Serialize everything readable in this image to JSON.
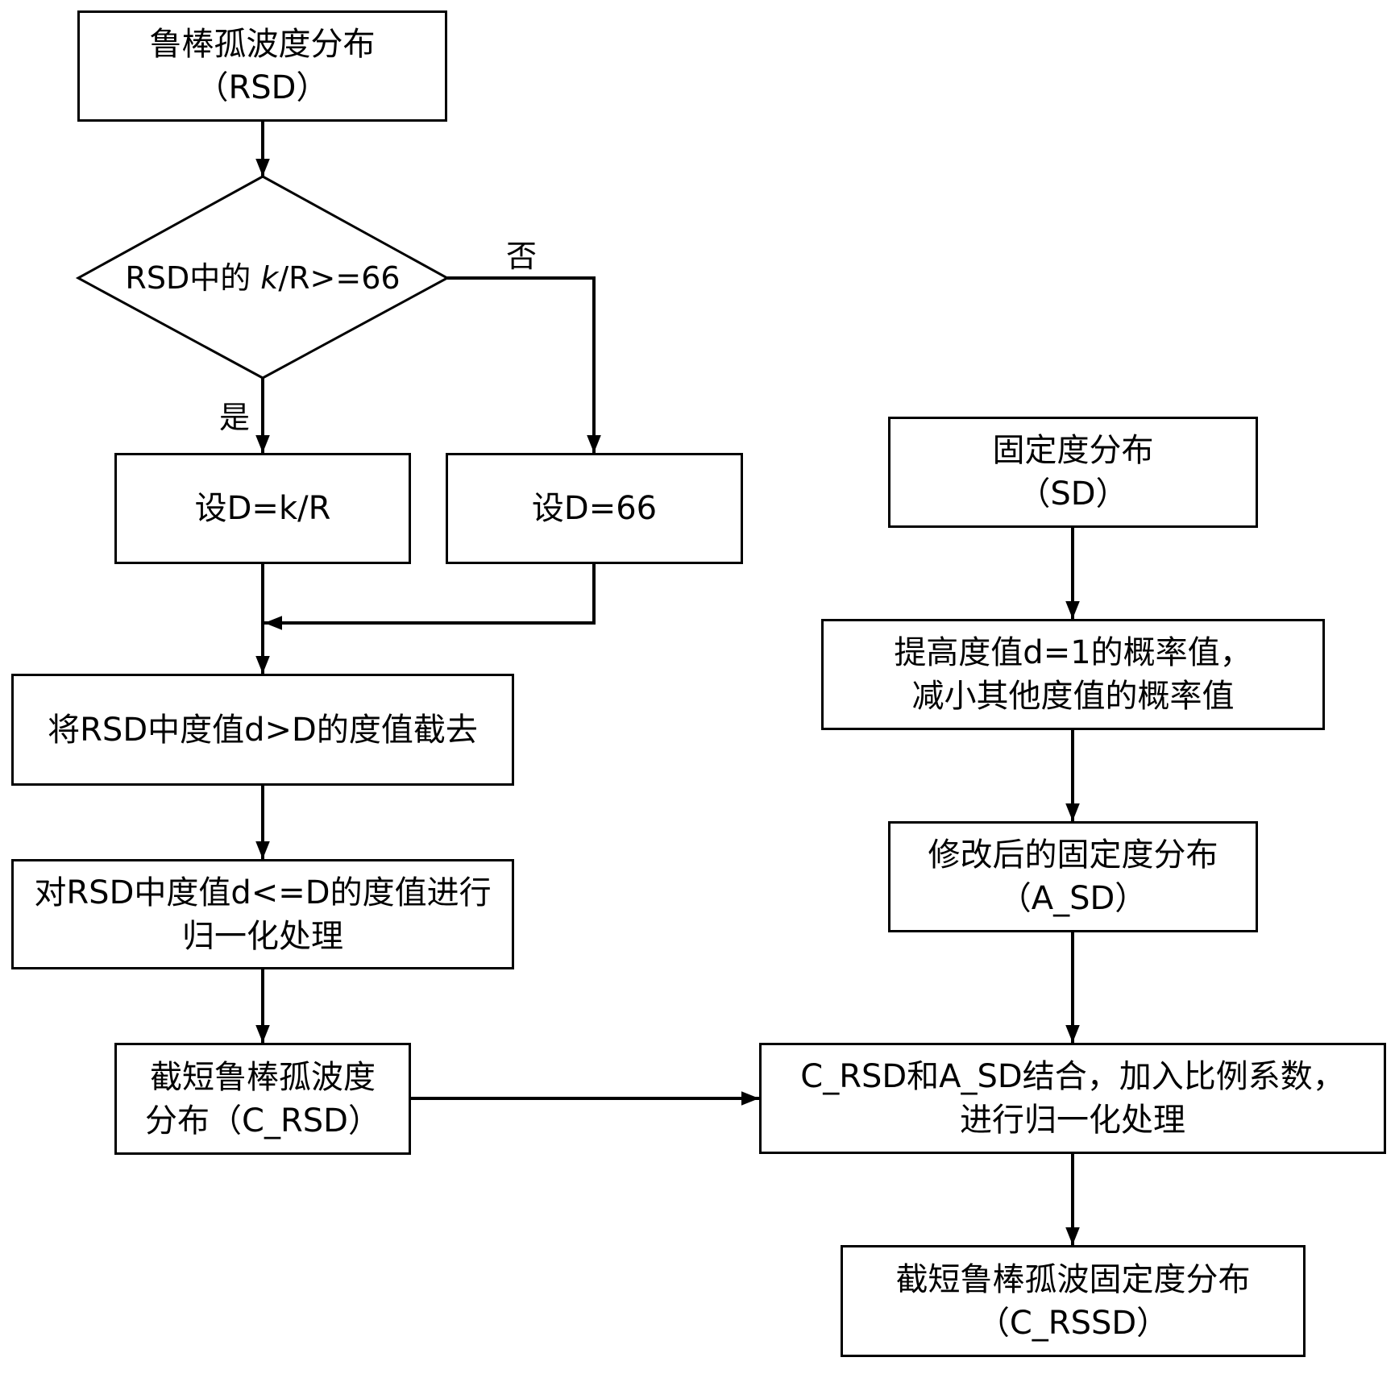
{
  "diagram": {
    "type": "flowchart",
    "nodes": {
      "rsd": {
        "line1": "鲁棒孤波度分布",
        "line2": "（RSD）"
      },
      "decision": {
        "prefix": "RSD中的 ",
        "var": "k",
        "suffix": "/R>=66"
      },
      "yes_label": "是",
      "no_label": "否",
      "set_kr": {
        "line1": "设D=k/R"
      },
      "set_66": {
        "line1": "设D=66"
      },
      "truncate": {
        "line1": "将RSD中度值d>D的度值截去"
      },
      "normalize": {
        "line1": "对RSD中度值d<=D的度值进行",
        "line2": "归一化处理"
      },
      "c_rsd": {
        "line1": "截短鲁棒孤波度",
        "line2": "分布（C_RSD）"
      },
      "sd": {
        "line1": "固定度分布",
        "line2": "（SD）"
      },
      "boost": {
        "line1": "提高度值d=1的概率值，",
        "line2": "减小其他度值的概率值"
      },
      "a_sd": {
        "line1": "修改后的固定度分布",
        "line2": "（A_SD）"
      },
      "combine": {
        "line1": "C_RSD和A_SD结合，加入比例系数，",
        "line2": "进行归一化处理"
      },
      "c_rssd": {
        "line1": "截短鲁棒孤波固定度分布",
        "line2": "（C_RSSD）"
      }
    },
    "edges": [
      [
        "rsd",
        "decision"
      ],
      [
        "decision",
        "set_kr",
        "是"
      ],
      [
        "decision",
        "set_66",
        "否"
      ],
      [
        "set_kr",
        "truncate"
      ],
      [
        "set_66",
        "truncate"
      ],
      [
        "truncate",
        "normalize"
      ],
      [
        "normalize",
        "c_rsd"
      ],
      [
        "c_rsd",
        "combine"
      ],
      [
        "sd",
        "boost"
      ],
      [
        "boost",
        "a_sd"
      ],
      [
        "a_sd",
        "combine"
      ],
      [
        "combine",
        "c_rssd"
      ]
    ]
  }
}
